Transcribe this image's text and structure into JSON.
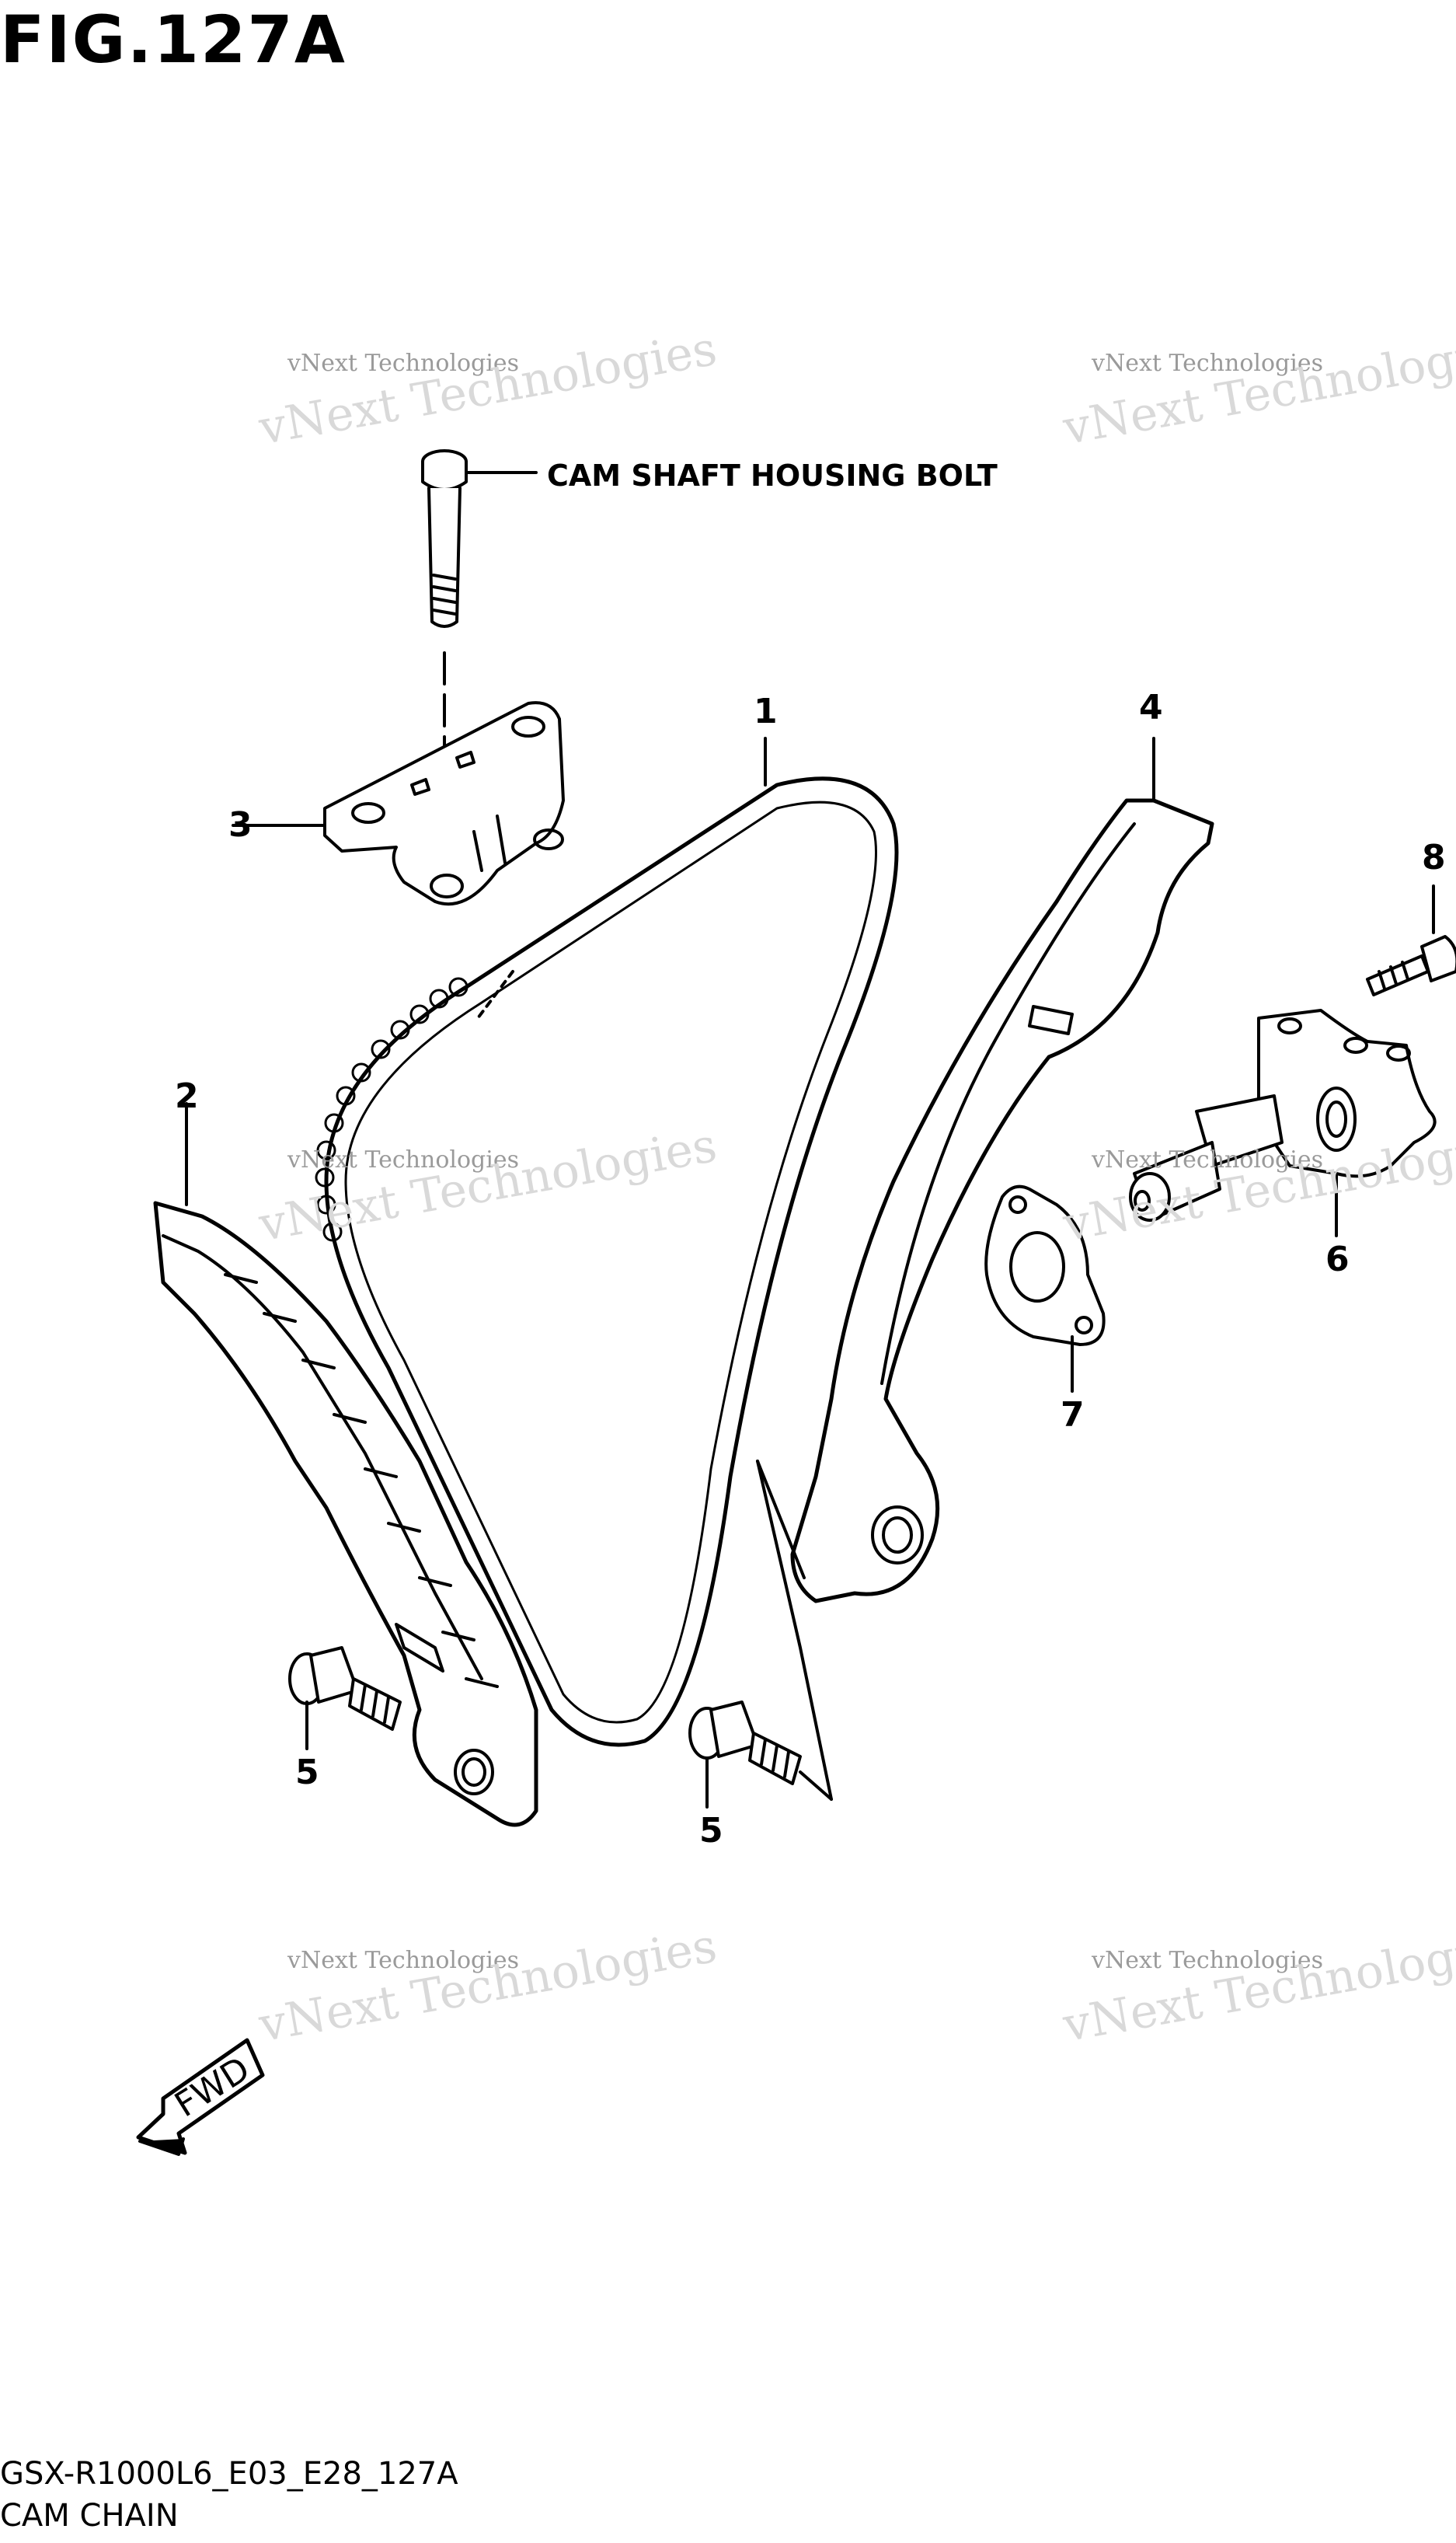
{
  "figure": {
    "title": "FIG.127A",
    "code": "GSX-R1000L6_E03_E28_127A",
    "name": "CAM CHAIN"
  },
  "labels": {
    "bolt": "CAM SHAFT HOUSING BOLT",
    "fwd": "FWD"
  },
  "callouts": [
    "1",
    "2",
    "3",
    "4",
    "5",
    "5",
    "6",
    "7",
    "8"
  ],
  "watermark": {
    "line1": "vNext Technologies",
    "line2": "vNext Technologies"
  }
}
